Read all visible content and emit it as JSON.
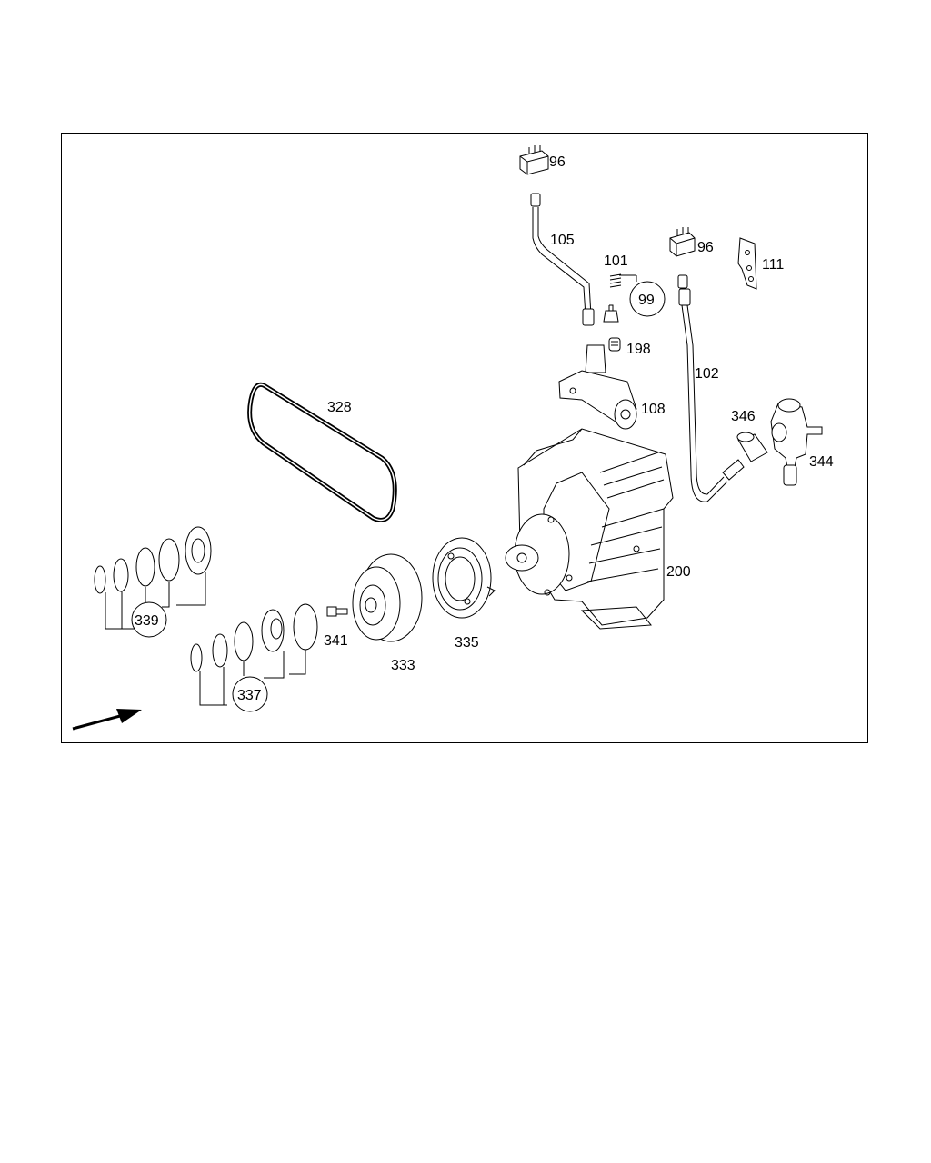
{
  "callouts": {
    "c96a": "96",
    "c105": "105",
    "c101": "101",
    "c99": "99",
    "c96b": "96",
    "c111": "111",
    "c198": "198",
    "c102": "102",
    "c108": "108",
    "c328": "328",
    "c346": "346",
    "c344": "344",
    "c200": "200",
    "c339": "339",
    "c341": "341",
    "c333": "333",
    "c335": "335",
    "c337": "337"
  }
}
